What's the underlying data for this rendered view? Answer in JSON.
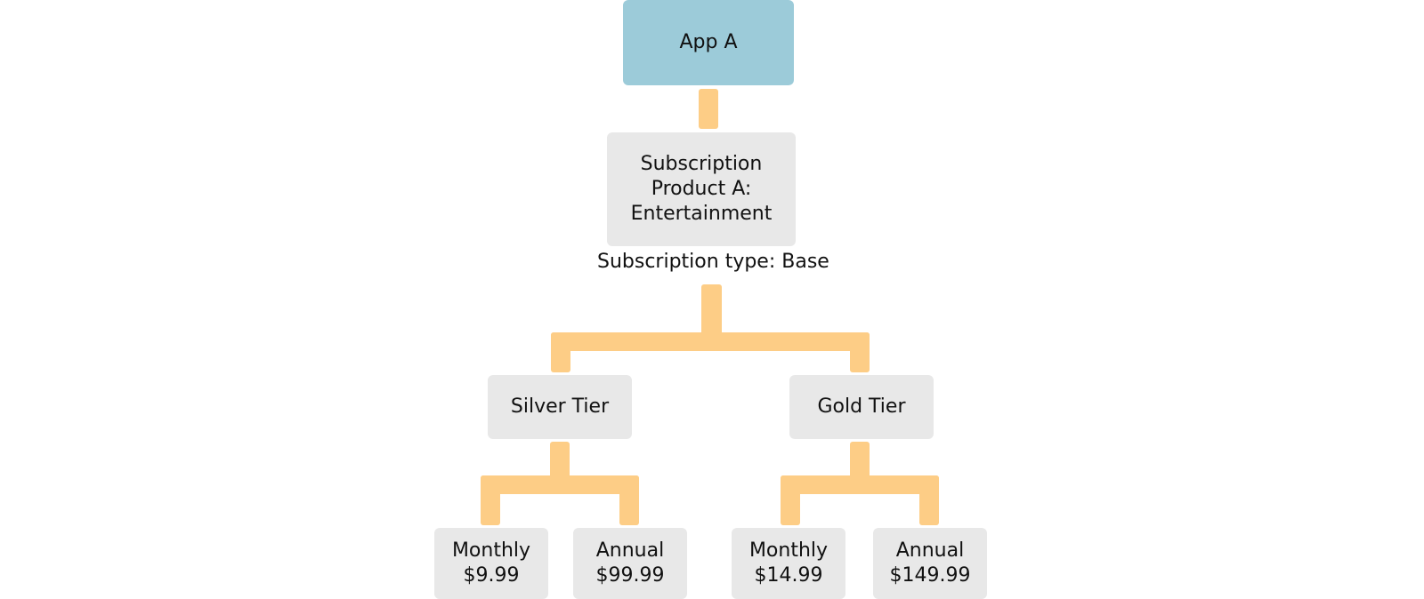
{
  "app": {
    "label": "App A"
  },
  "product": {
    "lines": [
      "Subscription",
      "Product A:",
      "Entertainment"
    ],
    "type_caption": "Subscription type: Base"
  },
  "tiers": [
    {
      "label": "Silver Tier",
      "plans": [
        {
          "period": "Monthly",
          "price": "$9.99"
        },
        {
          "period": "Annual",
          "price": "$99.99"
        }
      ]
    },
    {
      "label": "Gold Tier",
      "plans": [
        {
          "period": "Monthly",
          "price": "$14.99"
        },
        {
          "period": "Annual",
          "price": "$149.99"
        }
      ]
    }
  ],
  "colors": {
    "app_node": "#9ccbd9",
    "grey_node": "#e8e8e8",
    "connector": "#fdcd86"
  }
}
